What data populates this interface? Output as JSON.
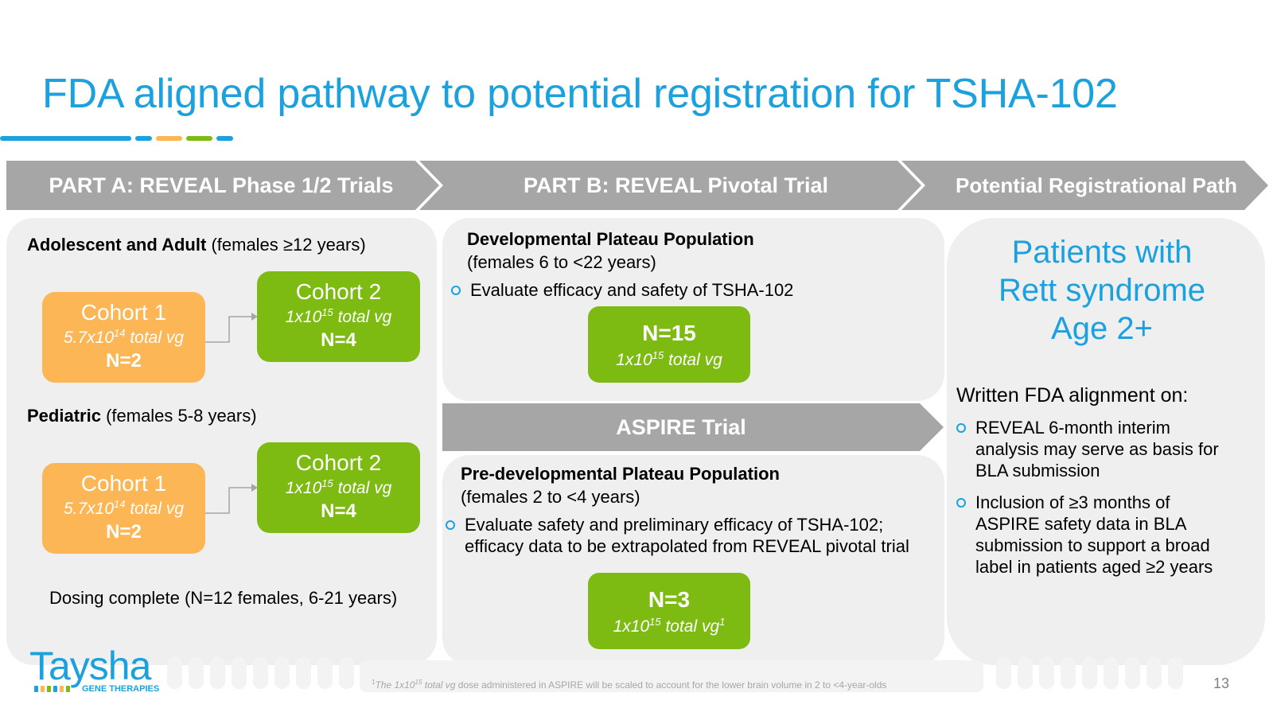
{
  "title": "FDA aligned pathway to potential registration for TSHA-102",
  "colors": {
    "accent_blue": "#1ba1dd",
    "orange": "#fdb655",
    "green": "#7dbb12",
    "arrow_gray": "#a6a6a6",
    "panel_gray": "#efefef"
  },
  "header": {
    "part_a": "PART A: REVEAL Phase 1/2 Trials",
    "part_b": "PART B: REVEAL Pivotal Trial",
    "registration": "Potential Registrational Path"
  },
  "part_a": {
    "adolescent": {
      "label": "Adolescent and Adult",
      "range": "(females ≥12 years)"
    },
    "pediatric": {
      "label": "Pediatric",
      "range": "(females 5-8 years)"
    },
    "cohort1": {
      "title": "Cohort 1",
      "dose_base": "5.7x10",
      "dose_exp": "14",
      "dose_unit": " total vg",
      "n": "N=2"
    },
    "cohort2": {
      "title": "Cohort 2",
      "dose_base": "1x10",
      "dose_exp": "15",
      "dose_unit": " total vg",
      "n": "N=4"
    },
    "dosing_complete": "Dosing complete (N=12 females, 6-21 years)"
  },
  "part_b": {
    "dev_plateau": {
      "heading": "Developmental Plateau Population",
      "range": "(females 6 to <22 years)",
      "bullet": "Evaluate efficacy and safety of TSHA-102",
      "n": "N=15",
      "dose_base": "1x10",
      "dose_exp": "15",
      "dose_unit": " total vg"
    },
    "aspire_label": "ASPIRE Trial",
    "predev_plateau": {
      "heading": "Pre-developmental Plateau Population",
      "range": "(females 2 to <4 years)",
      "bullet_line1": "Evaluate safety and preliminary efficacy of TSHA-102;",
      "bullet_line2": "efficacy data to be extrapolated from REVEAL pivotal trial",
      "n": "N=3",
      "dose_base": "1x10",
      "dose_exp": "15",
      "dose_unit": " total vg",
      "footnote_mark": "1"
    }
  },
  "registration": {
    "patients_line1": "Patients with",
    "patients_line2": "Rett syndrome",
    "patients_line3": "Age 2+",
    "alignment_heading": "Written FDA alignment on:",
    "bullet1": [
      "REVEAL 6-month interim",
      "analysis may serve as basis for",
      "BLA submission"
    ],
    "bullet2": [
      "Inclusion of ≥3 months of",
      "ASPIRE safety data in BLA",
      "submission to support a broad",
      "label in patients aged ≥2 years"
    ]
  },
  "footer": {
    "logo_word": "Taysha",
    "logo_sub": "GENE THERAPIES",
    "footnote_mark": "1",
    "footnote_lead": "The 1x10",
    "footnote_exp": "15",
    "footnote_italic": " total vg",
    "footnote_rest": " dose administered in ASPIRE will be scaled to account for the lower brain volume in 2 to <4-year-olds",
    "page_number": "13"
  }
}
